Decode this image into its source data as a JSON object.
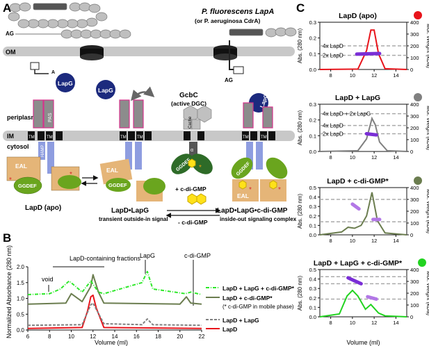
{
  "panelA": {
    "letter": "A",
    "title": "P. fluorescens LapA",
    "subtitle": "(or P. aeruginosa CdrA)",
    "ag": "AG",
    "om": "OM",
    "periplasm": "periplasm",
    "im": "IM",
    "cytosol": "cytosol",
    "tm": "TM",
    "pas": "PAS",
    "hamp": "HAMP",
    "s": "S",
    "eal": "EAL",
    "ggdef": "GGDEF",
    "lapg": "LapG",
    "lapd_apo": "LapD (apo)",
    "lapd_lapg": "LapD•LapG",
    "transient": "transient outside-in signal",
    "complex": "LapD•LapG•c-di-GMP",
    "inside_out": "inside-out signaling complex",
    "gcbc": "GcbC",
    "active_dgc": "(active DGC)",
    "cache": "Cache",
    "alpha": "α",
    "plus_cdg": "+ c-di-GMP",
    "minus_cdg": "- c-di-GMP"
  },
  "panelB": {
    "letter": "B",
    "ylabel": "Normalized Absorbance (280 nm)",
    "xlabel": "Volume (ml)",
    "ann_fractions": "LapD-containing fractions",
    "ann_lapg": "LapG",
    "ann_cdg": "c-di-GMP",
    "ann_void": "void",
    "legend": [
      "LapD + LapG + c-di-GMP*",
      "LapD + c-di-GMP*",
      "(* c-di-GMP in mobile phase)",
      "LapD + LapG",
      "LapD"
    ],
    "xticks": [
      "6",
      "8",
      "10",
      "12",
      "14",
      "16",
      "18",
      "20",
      "22"
    ],
    "yticks": [
      "0.0",
      "0.5",
      "1.0",
      "1.5",
      "2.0"
    ]
  },
  "panelC": {
    "letter": "C",
    "ylabel_left": "Abs. (280 nm)",
    "ylabel_right": "Mol. Weight (kDa)",
    "xlabel": "Volume (ml)",
    "xticks": [
      "8",
      "10",
      "12",
      "14"
    ],
    "subplots": [
      {
        "title": "LapD (apo)",
        "color": "#e8141b",
        "yticks": [
          "0.0",
          "0.1",
          "0.2",
          "0.3"
        ],
        "rticks": [
          "0",
          "100",
          "200",
          "300",
          "400"
        ],
        "labels": [
          "4x LapD",
          "2x LapD"
        ]
      },
      {
        "title": "LapD + LapG",
        "color": "#808080",
        "yticks": [
          "0.0",
          "0.1",
          "0.2",
          "0.3"
        ],
        "rticks": [
          "0",
          "100",
          "200",
          "300",
          "400"
        ],
        "labels": [
          "4x LapD + 2x LapG",
          "4x LapD",
          "2x LapD"
        ]
      },
      {
        "title": "LapD + c-di-GMP*",
        "color": "#6b7d4f",
        "yticks": [
          "0.0",
          "0.1",
          "0.2",
          "0.3",
          "0.4",
          "0.5"
        ],
        "rticks": [
          "0",
          "100",
          "200",
          "300",
          "400"
        ],
        "labels": []
      },
      {
        "title": "LapD + LapG + c-di-GMP*",
        "color": "#22d320",
        "yticks": [
          "0.0",
          "0.1",
          "0.2",
          "0.3",
          "0.4",
          "0.5"
        ],
        "rticks": [
          "0",
          "100",
          "200",
          "300",
          "400"
        ],
        "labels": []
      }
    ]
  },
  "colors": {
    "red": "#e8141b",
    "gray": "#808080",
    "olive": "#6b7d4f",
    "lime": "#2ee82a",
    "purple": "#7a2ed6",
    "navy": "#1c2a7e",
    "green": "#6aa51e",
    "tan": "#e5b578",
    "blue": "#8e9de0",
    "magenta": "#d6338c",
    "membrane": "#c8c8c8"
  },
  "chart_data": [
    {
      "type": "line",
      "xlabel": "Volume (ml)",
      "ylabel": "Normalized Absorbance (280 nm)",
      "xlim": [
        6,
        22
      ],
      "ylim": [
        0,
        2
      ],
      "series": [
        {
          "name": "LapD",
          "x": [
            6,
            11,
            11.5,
            11.8,
            12,
            12.3,
            13,
            22
          ],
          "y": [
            0.05,
            0.08,
            0.6,
            1.05,
            1.1,
            0.7,
            0.08,
            0.05
          ]
        },
        {
          "name": "LapD + LapG",
          "x": [
            6,
            11,
            11.8,
            12,
            13,
            16.5,
            17,
            17.5,
            22
          ],
          "y": [
            0.15,
            0.17,
            0.8,
            0.85,
            0.2,
            0.17,
            0.35,
            0.17,
            0.15
          ]
        },
        {
          "name": "LapD + c-di-GMP*",
          "x": [
            6,
            9.5,
            10,
            11,
            11.8,
            12,
            12.5,
            13,
            20,
            20.6,
            21,
            22
          ],
          "y": [
            0.82,
            0.85,
            1.15,
            0.9,
            1.38,
            1.75,
            1.2,
            0.85,
            0.82,
            1.05,
            0.85,
            0.82
          ]
        },
        {
          "name": "LapD + LapG + c-di-GMP*",
          "x": [
            6,
            8,
            9,
            9.8,
            10.5,
            11,
            11.8,
            12.5,
            13,
            16.5,
            17,
            17.5,
            20.5,
            21,
            22
          ],
          "y": [
            1.12,
            1.15,
            1.3,
            1.55,
            1.35,
            1.2,
            1.55,
            1.2,
            1.15,
            1.5,
            1.85,
            1.3,
            1.15,
            1.2,
            1.12
          ]
        }
      ]
    }
  ]
}
